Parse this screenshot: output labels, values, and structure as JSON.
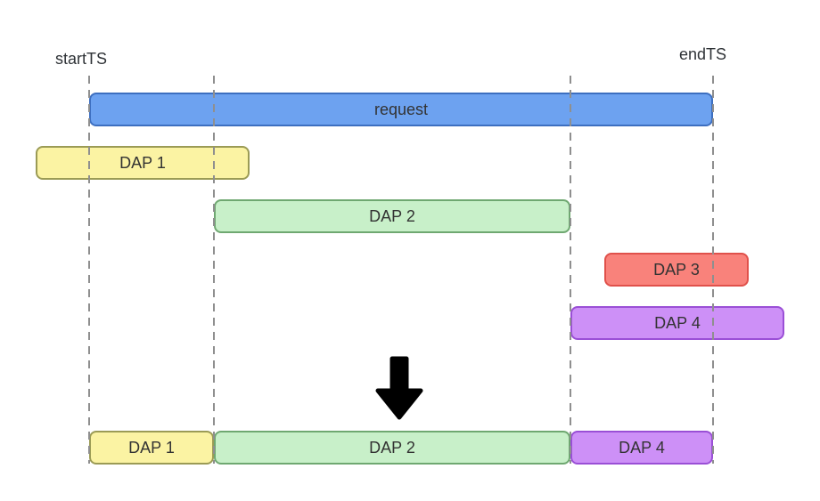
{
  "labels": {
    "start_ts": "startTS",
    "end_ts": "endTS"
  },
  "request_bar": {
    "label": "request",
    "fill": "#6da2f0",
    "stroke": "#3d6fc0"
  },
  "dap_bars": [
    {
      "id": "dap1",
      "label": "DAP 1",
      "fill": "#fbf3a3",
      "stroke": "#9b9b55"
    },
    {
      "id": "dap2",
      "label": "DAP 2",
      "fill": "#c8f0c9",
      "stroke": "#6fa871"
    },
    {
      "id": "dap3",
      "label": "DAP 3",
      "fill": "#f9827b",
      "stroke": "#e0514b"
    },
    {
      "id": "dap4",
      "label": "DAP 4",
      "fill": "#cd90f7",
      "stroke": "#9a4fd6"
    }
  ],
  "result_bars": [
    {
      "id": "dap1",
      "label": "DAP 1",
      "fill": "#fbf3a3",
      "stroke": "#9b9b55"
    },
    {
      "id": "dap2",
      "label": "DAP 2",
      "fill": "#c8f0c9",
      "stroke": "#6fa871"
    },
    {
      "id": "dap4",
      "label": "DAP 4",
      "fill": "#cd90f7",
      "stroke": "#9a4fd6"
    }
  ],
  "arrow": {
    "direction": "down",
    "color": "#000000"
  },
  "guides": {
    "color": "#8f8f8f",
    "positions": [
      "startTS",
      "dap2-start",
      "dap2-end",
      "endTS"
    ]
  }
}
